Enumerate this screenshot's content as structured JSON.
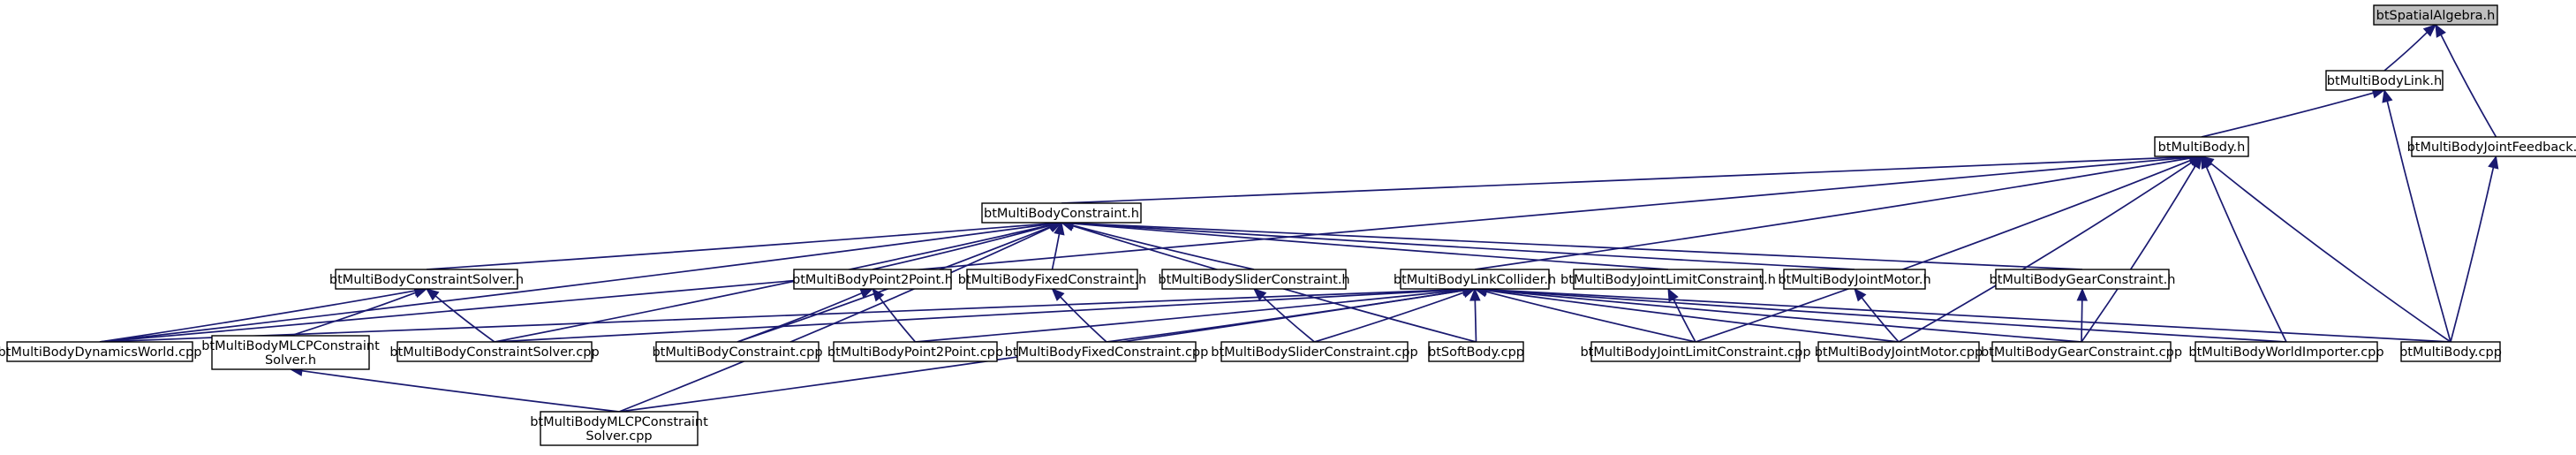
{
  "graph": {
    "colors": {
      "edge": "#191970",
      "root_fill": "#bfbfbf",
      "node_fill": "#ffffff",
      "border": "#000000"
    },
    "nodes": [
      {
        "id": "spatial",
        "lines": [
          "btSpatialAlgebra.h"
        ],
        "root": true
      },
      {
        "id": "link_h",
        "lines": [
          "btMultiBodyLink.h"
        ]
      },
      {
        "id": "body_h",
        "lines": [
          "btMultiBody.h"
        ]
      },
      {
        "id": "jfb_h",
        "lines": [
          "btMultiBodyJointFeedback.h"
        ]
      },
      {
        "id": "constraint_h",
        "lines": [
          "btMultiBodyConstraint.h"
        ]
      },
      {
        "id": "csolver_h",
        "lines": [
          "btMultiBodyConstraintSolver.h"
        ]
      },
      {
        "id": "p2p_h",
        "lines": [
          "btMultiBodyPoint2Point.h"
        ]
      },
      {
        "id": "fixed_h",
        "lines": [
          "btMultiBodyFixedConstraint.h"
        ]
      },
      {
        "id": "slider_h",
        "lines": [
          "btMultiBodySliderConstraint.h"
        ]
      },
      {
        "id": "lcollider_h",
        "lines": [
          "btMultiBodyLinkCollider.h"
        ]
      },
      {
        "id": "jlimit_h",
        "lines": [
          "btMultiBodyJointLimitConstraint.h"
        ]
      },
      {
        "id": "jmotor_h",
        "lines": [
          "btMultiBodyJointMotor.h"
        ]
      },
      {
        "id": "gear_h",
        "lines": [
          "btMultiBodyGearConstraint.h"
        ]
      },
      {
        "id": "dworld_cpp",
        "lines": [
          "btMultiBodyDynamicsWorld.cpp"
        ]
      },
      {
        "id": "mlcp_h",
        "lines": [
          "btMultiBodyMLCPConstraint",
          "Solver.h"
        ]
      },
      {
        "id": "csolver_cpp",
        "lines": [
          "btMultiBodyConstraintSolver.cpp"
        ]
      },
      {
        "id": "constraint_cpp",
        "lines": [
          "btMultiBodyConstraint.cpp"
        ]
      },
      {
        "id": "p2p_cpp",
        "lines": [
          "btMultiBodyPoint2Point.cpp"
        ]
      },
      {
        "id": "fixed_cpp",
        "lines": [
          "btMultiBodyFixedConstraint.cpp"
        ]
      },
      {
        "id": "slider_cpp",
        "lines": [
          "btMultiBodySliderConstraint.cpp"
        ]
      },
      {
        "id": "softbody_cpp",
        "lines": [
          "btSoftBody.cpp"
        ]
      },
      {
        "id": "jlimit_cpp",
        "lines": [
          "btMultiBodyJointLimitConstraint.cpp"
        ]
      },
      {
        "id": "jmotor_cpp",
        "lines": [
          "btMultiBodyJointMotor.cpp"
        ]
      },
      {
        "id": "gear_cpp",
        "lines": [
          "btMultiBodyGearConstraint.cpp"
        ]
      },
      {
        "id": "wimporter_cpp",
        "lines": [
          "btMultiBodyWorldImporter.cpp"
        ]
      },
      {
        "id": "body_cpp",
        "lines": [
          "btMultiBody.cpp"
        ]
      },
      {
        "id": "mlcp_cpp",
        "lines": [
          "btMultiBodyMLCPConstraint",
          "Solver.cpp"
        ]
      }
    ],
    "edges": [
      {
        "from": "spatial",
        "to": "link_h"
      },
      {
        "from": "spatial",
        "to": "jfb_h"
      },
      {
        "from": "link_h",
        "to": "body_h"
      },
      {
        "from": "link_h",
        "to": "body_cpp"
      },
      {
        "from": "jfb_h",
        "to": "body_cpp"
      },
      {
        "from": "body_h",
        "to": "constraint_h"
      },
      {
        "from": "body_h",
        "to": "dworld_cpp"
      },
      {
        "from": "body_h",
        "to": "lcollider_h"
      },
      {
        "from": "body_h",
        "to": "jlimit_cpp"
      },
      {
        "from": "body_h",
        "to": "jmotor_cpp"
      },
      {
        "from": "body_h",
        "to": "gear_cpp"
      },
      {
        "from": "body_h",
        "to": "wimporter_cpp"
      },
      {
        "from": "body_h",
        "to": "body_cpp"
      },
      {
        "from": "constraint_h",
        "to": "csolver_h"
      },
      {
        "from": "constraint_h",
        "to": "p2p_h"
      },
      {
        "from": "constraint_h",
        "to": "fixed_h"
      },
      {
        "from": "constraint_h",
        "to": "slider_h"
      },
      {
        "from": "constraint_h",
        "to": "jlimit_h"
      },
      {
        "from": "constraint_h",
        "to": "jmotor_h"
      },
      {
        "from": "constraint_h",
        "to": "gear_h"
      },
      {
        "from": "constraint_h",
        "to": "dworld_cpp"
      },
      {
        "from": "constraint_h",
        "to": "csolver_cpp"
      },
      {
        "from": "constraint_h",
        "to": "constraint_cpp"
      },
      {
        "from": "constraint_h",
        "to": "softbody_cpp"
      },
      {
        "from": "constraint_h",
        "to": "mlcp_cpp"
      },
      {
        "from": "csolver_h",
        "to": "dworld_cpp"
      },
      {
        "from": "csolver_h",
        "to": "mlcp_h"
      },
      {
        "from": "csolver_h",
        "to": "csolver_cpp"
      },
      {
        "from": "p2p_h",
        "to": "constraint_cpp"
      },
      {
        "from": "p2p_h",
        "to": "p2p_cpp"
      },
      {
        "from": "fixed_h",
        "to": "fixed_cpp"
      },
      {
        "from": "slider_h",
        "to": "slider_cpp"
      },
      {
        "from": "jlimit_h",
        "to": "jlimit_cpp"
      },
      {
        "from": "jmotor_h",
        "to": "jmotor_cpp"
      },
      {
        "from": "gear_h",
        "to": "gear_cpp"
      },
      {
        "from": "mlcp_h",
        "to": "mlcp_cpp"
      },
      {
        "from": "lcollider_h",
        "to": "dworld_cpp"
      },
      {
        "from": "lcollider_h",
        "to": "csolver_cpp"
      },
      {
        "from": "lcollider_h",
        "to": "p2p_cpp"
      },
      {
        "from": "lcollider_h",
        "to": "fixed_cpp"
      },
      {
        "from": "lcollider_h",
        "to": "slider_cpp"
      },
      {
        "from": "lcollider_h",
        "to": "softbody_cpp"
      },
      {
        "from": "lcollider_h",
        "to": "jlimit_cpp"
      },
      {
        "from": "lcollider_h",
        "to": "jmotor_cpp"
      },
      {
        "from": "lcollider_h",
        "to": "gear_cpp"
      },
      {
        "from": "lcollider_h",
        "to": "wimporter_cpp"
      },
      {
        "from": "lcollider_h",
        "to": "body_cpp"
      },
      {
        "from": "lcollider_h",
        "to": "mlcp_cpp"
      }
    ]
  }
}
